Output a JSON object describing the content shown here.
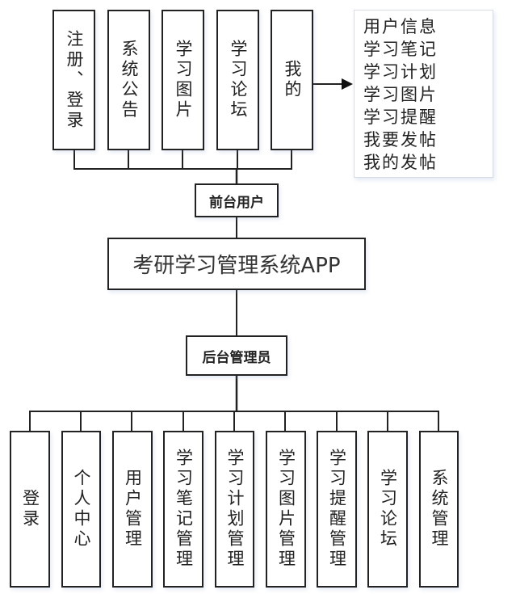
{
  "diagram": {
    "root": {
      "title": "考研学习管理系统APP"
    },
    "front_user": {
      "title": "前台用户",
      "modules": [
        {
          "label": "注册、登录"
        },
        {
          "label": "系统公告"
        },
        {
          "label": "学习图片"
        },
        {
          "label": "学习论坛"
        },
        {
          "label": "我的"
        }
      ],
      "my_submenu": {
        "items": [
          "用户信息",
          "学习笔记",
          "学习计划",
          "学习图片",
          "学习提醒",
          "我要发帖",
          "我的发帖"
        ]
      }
    },
    "admin": {
      "title": "后台管理员",
      "modules": [
        {
          "label": "登录"
        },
        {
          "label": "个人中心"
        },
        {
          "label": "用户管理"
        },
        {
          "label": "学习笔记管理"
        },
        {
          "label": "学习计划管理"
        },
        {
          "label": "学习图片管理"
        },
        {
          "label": "学习提醒管理"
        },
        {
          "label": "学习论坛"
        },
        {
          "label": "系统管理"
        }
      ]
    }
  }
}
